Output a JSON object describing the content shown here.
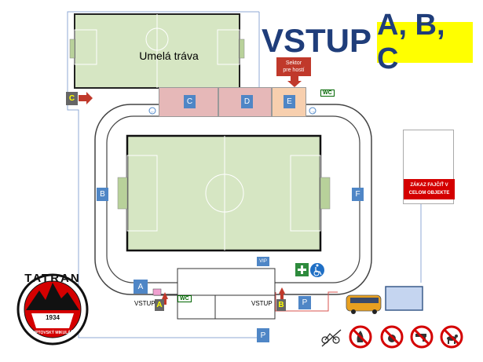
{
  "title": {
    "main": "VSTUP",
    "gates": "A, B, C"
  },
  "field_label": "Umelá tráva",
  "host_label": {
    "line1": "Sektor",
    "line2": "pre hostí"
  },
  "sectors": [
    {
      "label": "C",
      "color": "#e6b8b8"
    },
    {
      "label": "D",
      "color": "#e6b8b8"
    },
    {
      "label": "E",
      "color": "#f7cfae"
    }
  ],
  "gates": {
    "c_side": "C",
    "b": "B",
    "f": "F",
    "a": "A",
    "a_entry": "A",
    "b_entry": "B",
    "p1": "P",
    "p2": "P",
    "vip": "VIP"
  },
  "labels": {
    "vstup_left": "VSTUP",
    "vstup_right": "VSTUP",
    "wc": "WC"
  },
  "no_smoking": {
    "line1": "ZÁKAZ FAJČIŤ V",
    "line2": "CELOM OBJEKTE"
  },
  "logo": {
    "name": "TATRAN",
    "year": "1934",
    "city": "LIPTOVSKÝ MIKULÁŠ"
  },
  "colors": {
    "title": "#1f3d7a",
    "highlight": "#ffff00",
    "field": "#d6e6c3",
    "gate": "#4f86c6",
    "sector": "#e6b8b8",
    "sector_guest": "#f7cfae"
  },
  "icons": [
    "no-bicycle-icon",
    "no-fire-icon",
    "no-pyro-icon",
    "no-weapon-icon",
    "no-dogs-icon",
    "first-aid-icon",
    "wheelchair-icon",
    "bus-icon"
  ]
}
